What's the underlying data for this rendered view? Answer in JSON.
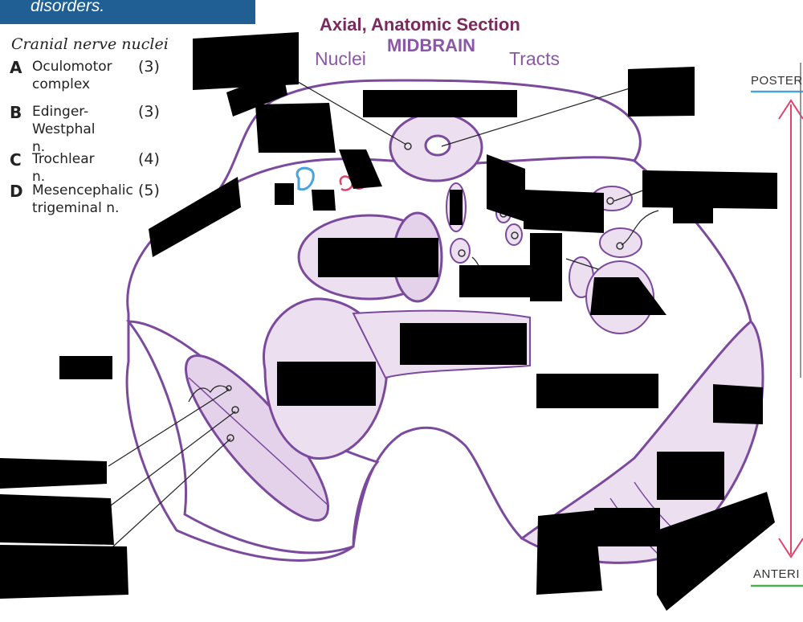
{
  "header": {
    "text": "disorders."
  },
  "title": "Axial, Anatomic Section",
  "subtitle": "MIDBRAIN",
  "column_labels": {
    "left": "Nuclei",
    "right": "Tracts"
  },
  "legend": {
    "title": "Cranial nerve nuclei",
    "items": [
      {
        "letter": "A",
        "line1": "Oculomotor",
        "line2": "complex",
        "number": "(3)"
      },
      {
        "letter": "B",
        "line1": "Edinger-",
        "line2": "Westphal n.",
        "number": "(3)"
      },
      {
        "letter": "C",
        "line1": "Trochlear n.",
        "line2": "",
        "number": "(4)"
      },
      {
        "letter": "D",
        "line1": "Mesencephalic",
        "line2": "trigeminal n.",
        "number": "(5)"
      }
    ]
  },
  "orientation": {
    "top": "POSTER",
    "bottom": "ANTERI"
  },
  "colors": {
    "outline": "#7b4a9c",
    "fill": "#ecdff0",
    "fill_dark": "#e3d2ea",
    "arrow": "#e0446a",
    "posterior_rule": "#4aa3df",
    "anterior_rule": "#4caf50",
    "redaction": "#000000",
    "blue_nucleus": "#4aa3df",
    "red_nucleus": "#e0446a"
  }
}
